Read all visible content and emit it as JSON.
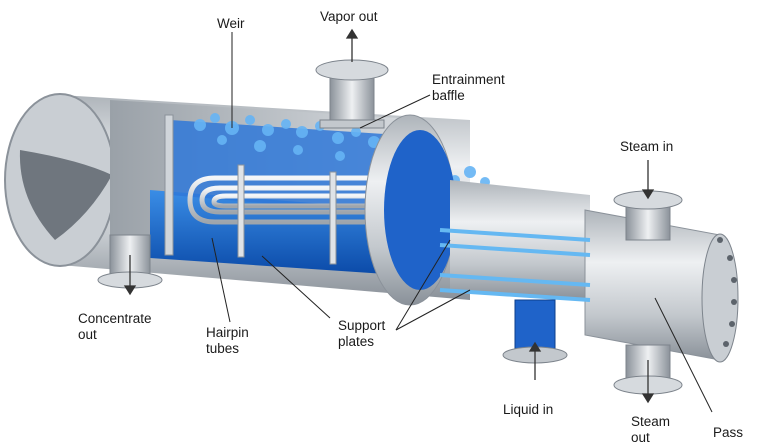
{
  "labels": {
    "weir": "Weir",
    "vapor_out": "Vapor out",
    "entrainment_baffle": "Entrainment\nbaffle",
    "steam_in": "Steam in",
    "concentrate_out": "Concentrate\nout",
    "hairpin_tubes": "Hairpin\ntubes",
    "support_plates": "Support\nplates",
    "liquid_in": "Liquid in",
    "steam_out": "Steam\nout",
    "pass": "Pass"
  },
  "colors": {
    "shell_light": "#e6e9ec",
    "shell_mid": "#b9bec4",
    "shell_dark": "#7d848c",
    "liquid_blue": "#1f63c9",
    "liquid_light": "#4da3f0",
    "tube": "#d8dde2"
  }
}
